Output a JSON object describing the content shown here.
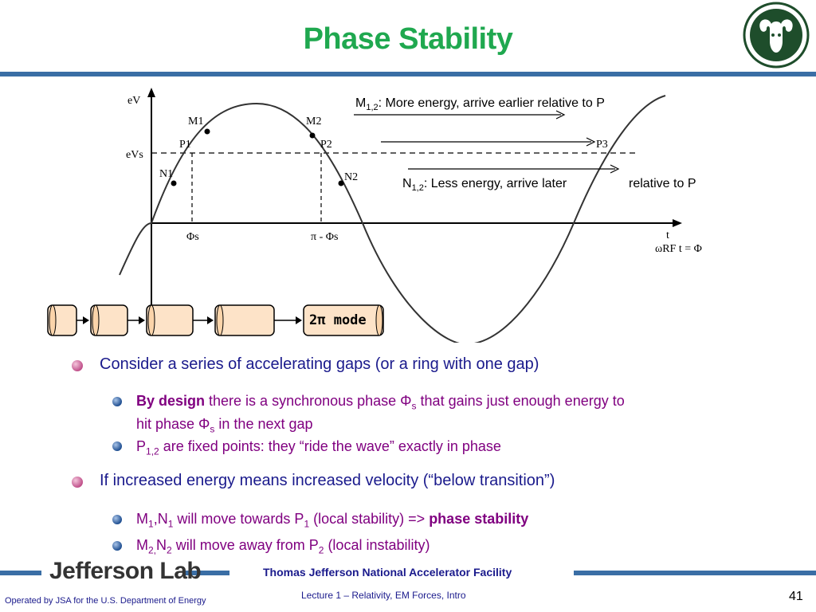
{
  "slide": {
    "title": "Phase Stability",
    "page_number": "41"
  },
  "figure": {
    "y_axis_label": "eV",
    "eVs_label": "eVs",
    "points": {
      "M1": "M1",
      "M2": "M2",
      "P1": "P1",
      "P2": "P2",
      "P3": "P3",
      "N1": "N1",
      "N2": "N2"
    },
    "phi_s_label": "Φs",
    "pi_minus_phi_s_label": "π - Φs",
    "t_label": "t",
    "omega_label": "ωRF t = Φ",
    "annotation_m": {
      "prefix": "M",
      "sub": "1,2",
      "text": ": More energy, arrive earlier relative to P"
    },
    "annotation_n": {
      "prefix": "N",
      "sub": "1,2",
      "text": ": Less energy, arrive later",
      "text2": "relative to P"
    },
    "mode_label": "2π mode"
  },
  "bullets": [
    {
      "text": "Consider a series of accelerating gaps (or a ring with one gap)",
      "sub": [
        {
          "bold": "By design",
          "line1": " there is a synchronous phase Φ",
          "line1_sub": "s",
          "line1_end": " that gains just enough energy to",
          "line2": "hit phase Φ",
          "line2_sub": "s",
          "line2_end": " in the next gap"
        },
        {
          "p": "P",
          "p_sub": "1,2",
          "text": " are fixed points: they “ride the wave” exactly in phase"
        }
      ]
    },
    {
      "text": "If increased energy means increased velocity (“below transition”)",
      "sub": [
        {
          "m": "M",
          "m_sub": "1",
          "n": ",N",
          "n_sub": "1",
          "text": " will move towards P",
          "p_sub": "1",
          "text2": " (local stability) => ",
          "bold": "phase stability"
        },
        {
          "m": "M",
          "m_sub": "2,",
          "n": "N",
          "n_sub": "2",
          "text": " will move away from P",
          "p_sub": "2",
          "text2": " (local instability)"
        }
      ]
    }
  ],
  "footer": {
    "lab_name": "Jefferson Lab",
    "facility": "Thomas Jefferson National Accelerator Facility",
    "operated_by": "Operated by JSA for the U.S. Department of Energy",
    "lecture": "Lecture 1 – Relativity, EM Forces, Intro"
  },
  "colors": {
    "title": "#1fa84f",
    "bar": "#3a6ea5",
    "bullet_level1": "#1a1a8c",
    "bullet_level2": "#800080"
  }
}
